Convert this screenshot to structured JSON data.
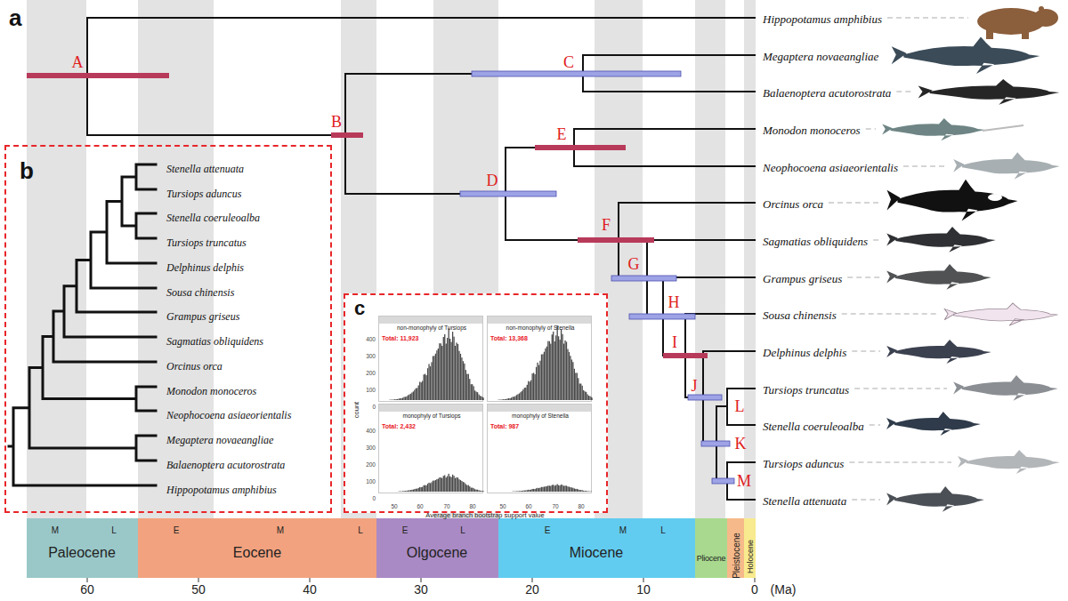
{
  "diagram": {
    "nodes": [
      {
        "text": [
          "b",
          "Stenella attenuata",
          "Tursiops aduncus",
          "Stenella coeruleoalba",
          "Tursiops truncatus",
          "Delphinus delphis",
          "Sousa chinensis",
          "Grampus griseus",
          "Sagmatias obliquidens",
          "Orcinus orca",
          "Monodon monoceros",
          "Neophocoena asiaeorientalis",
          "Megaptera novaeangliae",
          "Balaenoptera acutorostrata",
          "Hippopotamus amphibius"
        ]
      },
      {
        "text": [
          "c",
          "400",
          "300",
          "200",
          "100",
          "0",
          "400",
          "300",
          "200",
          "100",
          "0",
          "count",
          "50",
          "60",
          "70",
          "80",
          "50",
          "60",
          "70",
          "80",
          "Average branch bootstrap support value"
        ]
      },
      {
        "text": [
          "non-monophyly of Tursiops",
          "Total: 11,923"
        ],
        "in": 1
      },
      {
        "text": [
          "non-monophyly of Stenella",
          "Total: 13,368"
        ],
        "in": 1
      },
      {
        "text": [
          "monophyly of Tursiops",
          "Total: 2,432"
        ],
        "in": 1
      },
      {
        "text": [
          "monophyly of Stenella",
          "Total: 987"
        ],
        "in": 1
      },
      {
        "text": [
          "Paleocene",
          "M",
          "L"
        ]
      },
      {
        "text": [
          "Eocene",
          "E",
          "M",
          "L"
        ]
      },
      {
        "text": [
          "Olgocene",
          "E",
          "L"
        ]
      },
      {
        "text": [
          "Miocene",
          "E",
          "M",
          "L"
        ]
      },
      {
        "text": [
          "Pliocene"
        ]
      },
      {
        "text": [
          "Pleistocene"
        ]
      },
      {
        "text": [
          "Holocene"
        ]
      }
    ],
    "labels": [
      "a",
      "A",
      "B",
      "C",
      "D",
      "E",
      "F",
      "G",
      "H",
      "I",
      "J",
      "K",
      "L",
      "M",
      "Hippopotamus amphibius",
      "Megaptera novaeangliae",
      "Balaenoptera acutorostrata",
      "Monodon monoceros",
      "Neophocoena asiaeorientalis",
      "Orcinus orca",
      "Sagmatias obliquidens",
      "Grampus griseus",
      "Sousa chinensis",
      "Delphinus delphis",
      "Tursiops truncatus",
      "Stenella coeruleoalba",
      "Tursiops aduncus",
      "Stenella attenuata",
      "60",
      "50",
      "40",
      "30",
      "20",
      "10",
      "0",
      "(Ma)"
    ]
  }
}
